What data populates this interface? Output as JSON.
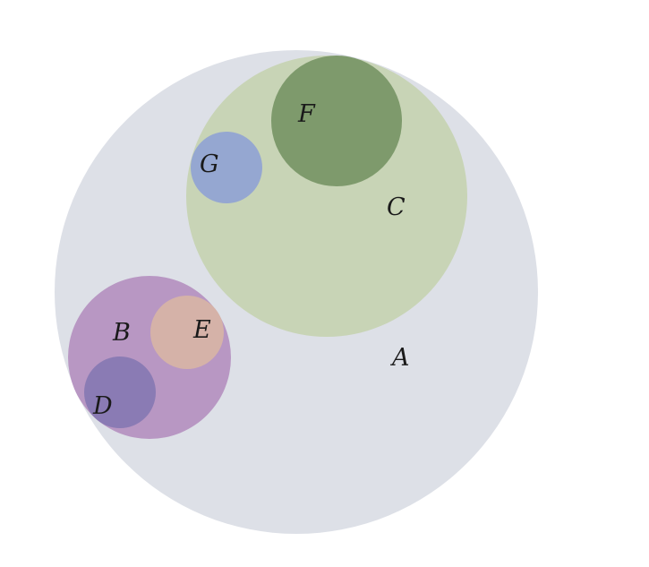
{
  "sets": {
    "A": {
      "label": "A",
      "color": "#dde0e7"
    },
    "C": {
      "label": "C",
      "color": "#c8d4b6"
    },
    "F": {
      "label": "F",
      "color": "#7e9a6c"
    },
    "G": {
      "label": "G",
      "color": "#95a7d1"
    },
    "B": {
      "label": "B",
      "color": "#b897c3"
    },
    "E": {
      "label": "E",
      "color": "#d5b2a8"
    },
    "D": {
      "label": "D",
      "color": "#8a7bb4"
    }
  }
}
